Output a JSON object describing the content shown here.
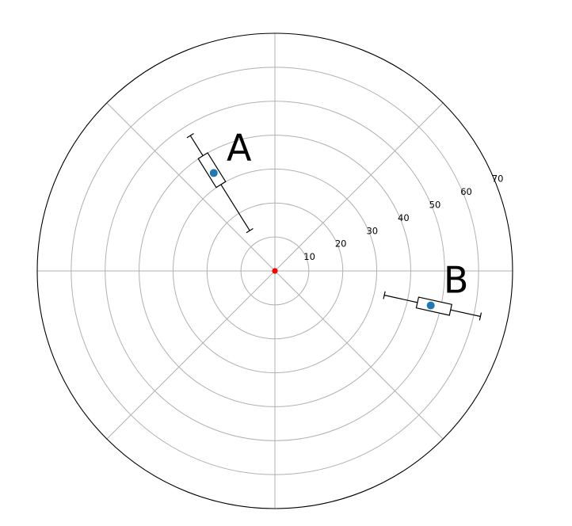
{
  "chart_data": {
    "type": "polar-scatter",
    "title": "",
    "rlim": [
      0,
      70
    ],
    "r_ticks": [
      10,
      20,
      30,
      40,
      50,
      60,
      70
    ],
    "theta_gridlines_deg": [
      0,
      45,
      90,
      135,
      180,
      225,
      270,
      315
    ],
    "theta_tick_labels": [],
    "r_tick_label_angle_deg": 22.5,
    "grid": true,
    "origin_marker_color": "#ff0000",
    "colors": {
      "marker": "#1f77b4",
      "grid": "#b0b0b0",
      "frame": "#000000",
      "origin": "#ff0000"
    },
    "points": [
      {
        "label": "A",
        "theta_deg": 122,
        "r": 34,
        "box_r": [
          30,
          40
        ],
        "whisker_r": [
          14,
          47
        ]
      },
      {
        "label": "B",
        "theta_deg": -12.5,
        "r": 47,
        "box_r": [
          43,
          53
        ],
        "whisker_r": [
          33,
          62
        ]
      }
    ]
  }
}
